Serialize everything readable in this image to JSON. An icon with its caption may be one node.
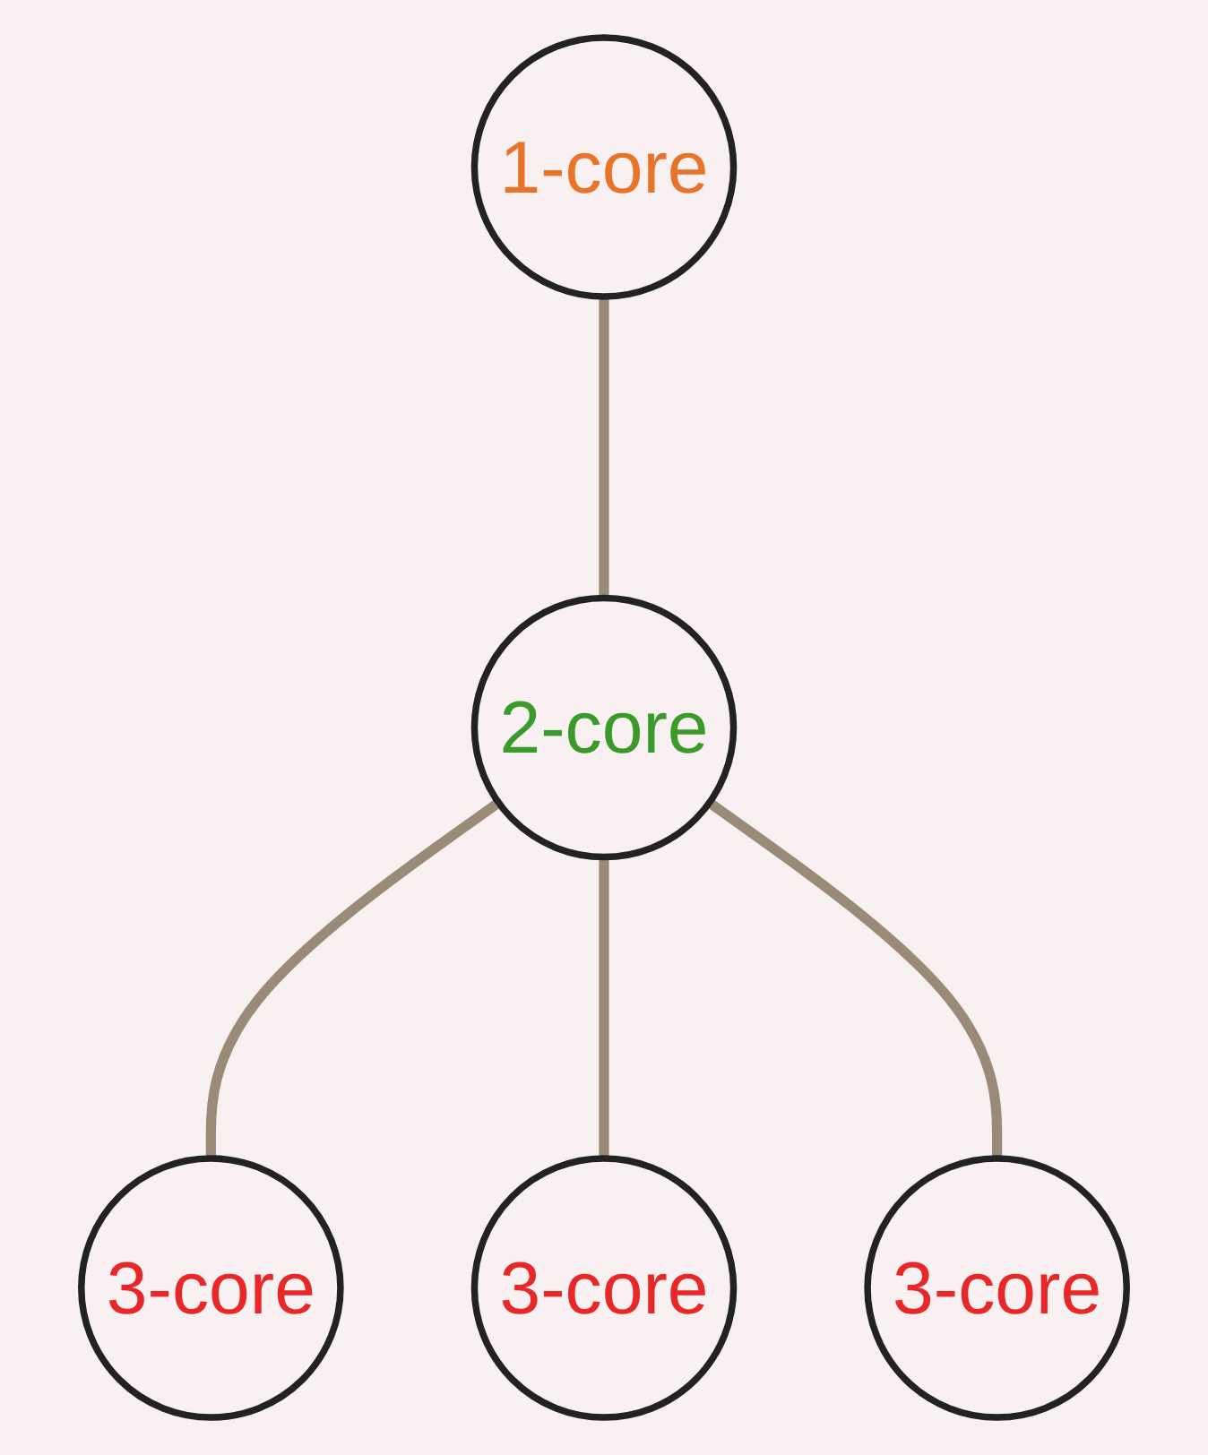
{
  "diagram": {
    "nodes": [
      {
        "text": [
          "1-core"
        ]
      },
      {
        "text": [
          "2-core"
        ]
      },
      {
        "text": [
          "3-core"
        ]
      },
      {
        "text": [
          "3-core"
        ]
      },
      {
        "text": [
          "3-core"
        ]
      }
    ],
    "edges": [
      {
        "from": 0,
        "to": 1,
        "arrow": "none"
      },
      {
        "from": 1,
        "to": 2,
        "arrow": "none"
      },
      {
        "from": 1,
        "to": 3,
        "arrow": "none"
      },
      {
        "from": 1,
        "to": 4,
        "arrow": "none"
      }
    ]
  }
}
